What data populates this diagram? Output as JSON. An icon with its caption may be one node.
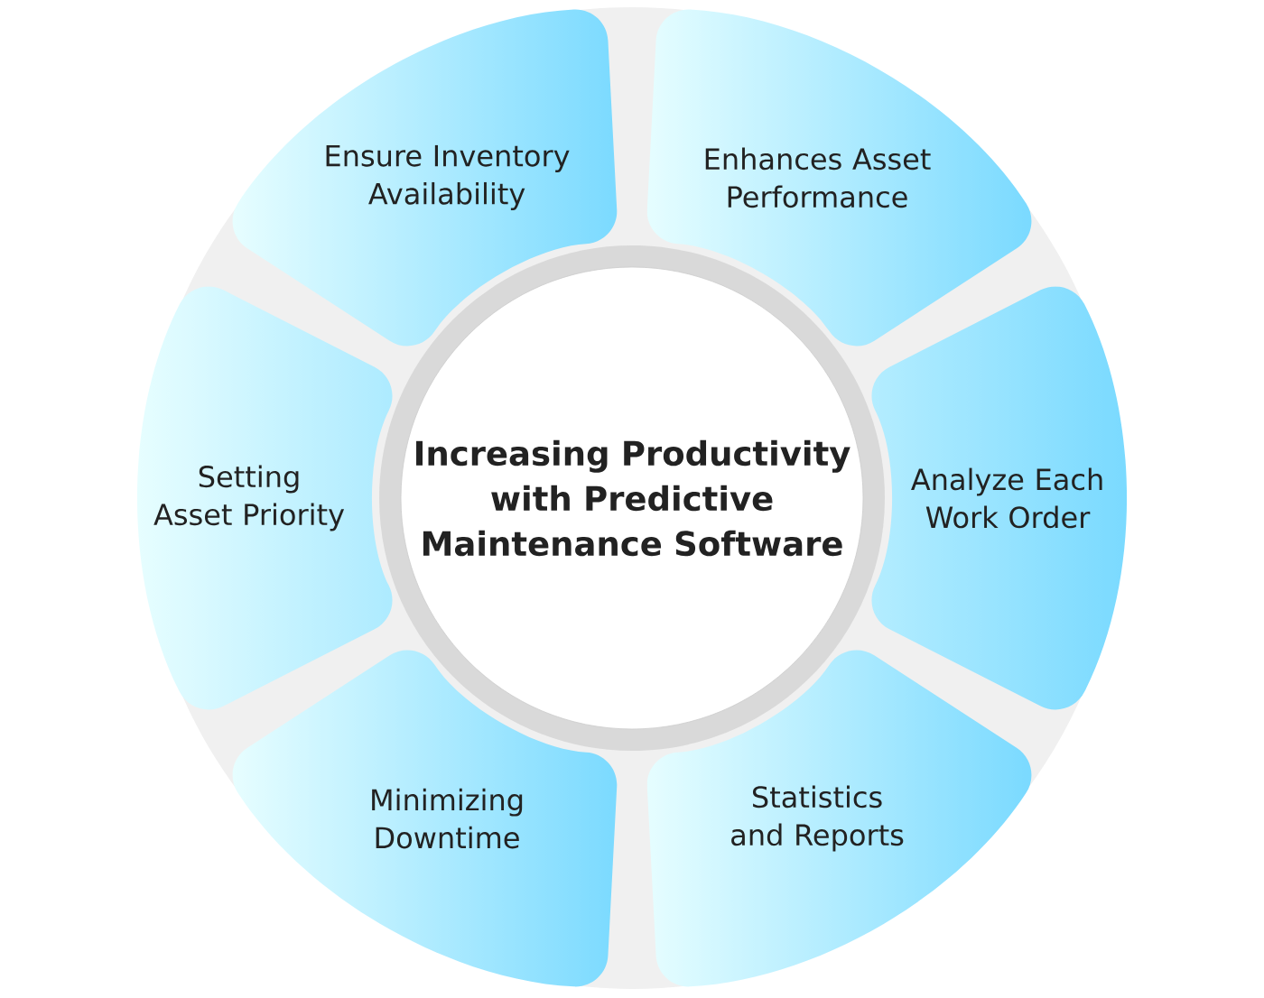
{
  "diagram": {
    "nodes": [
      {
        "text": [
          "Increasing Productivity with Predictive Maintenance Software"
        ]
      },
      {
        "text": [
          "Ensure Inventory Availability"
        ]
      },
      {
        "text": [
          "Enhances Asset Performance"
        ]
      },
      {
        "text": [
          "Setting Asset Priority"
        ]
      },
      {
        "text": [
          "Analyze Each Work Order"
        ]
      },
      {
        "text": [
          "Minimizing Downtime"
        ]
      },
      {
        "text": [
          "Statistics and Reports"
        ]
      }
    ]
  }
}
